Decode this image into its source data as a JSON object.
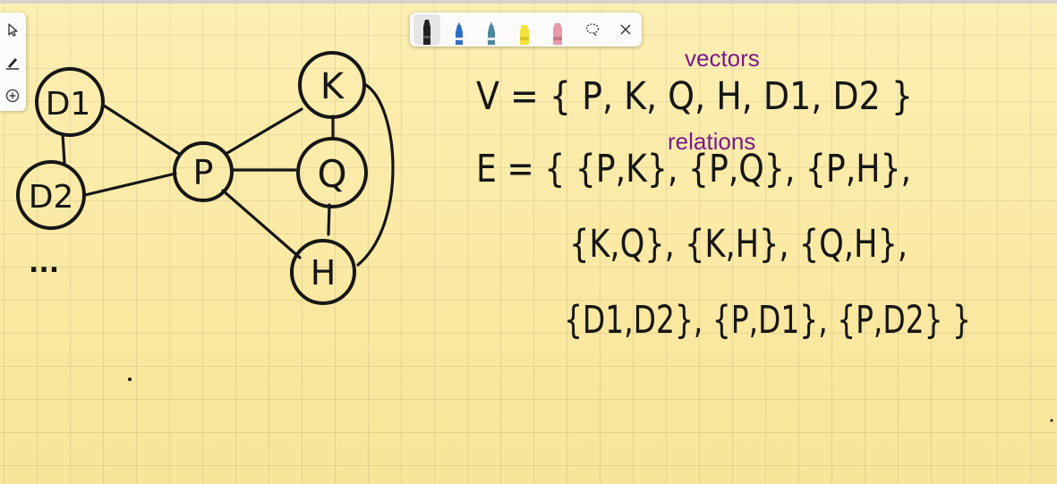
{
  "toolbar": {
    "tools": [
      "select-tool",
      "pen-tool",
      "add-tool"
    ],
    "pens": [
      {
        "name": "black-pen",
        "color": "#222222"
      },
      {
        "name": "blue-pen",
        "color": "#2d6fc8"
      },
      {
        "name": "teal-pen",
        "color": "#5aa0b8"
      },
      {
        "name": "yellow-highlighter",
        "color": "#f2e23a"
      },
      {
        "name": "pink-highlighter",
        "color": "#e89aa8"
      }
    ],
    "active_pen": "black-pen"
  },
  "annotations": {
    "vectors_label": "vectors",
    "relations_label": "relations",
    "color": "#7a1a8c"
  },
  "graph": {
    "nodes": [
      "D1",
      "D2",
      "P",
      "K",
      "Q",
      "H"
    ],
    "edges": [
      [
        "D1",
        "D2"
      ],
      [
        "D1",
        "P"
      ],
      [
        "D2",
        "P"
      ],
      [
        "P",
        "K"
      ],
      [
        "P",
        "Q"
      ],
      [
        "P",
        "H"
      ],
      [
        "K",
        "Q"
      ],
      [
        "Q",
        "H"
      ],
      [
        "K",
        "H"
      ]
    ],
    "ellipsis": "..."
  },
  "equations": {
    "vertex_line": "V = { P, K, Q, H, D1, D2 }",
    "edge_line_1": "E = { {P,K}, {P,Q}, {P,H},",
    "edge_line_2": "{K,Q}, {K,H}, {Q,H},",
    "edge_line_3": "{D1,D2}, {P,D1}, {P,D2} }"
  }
}
